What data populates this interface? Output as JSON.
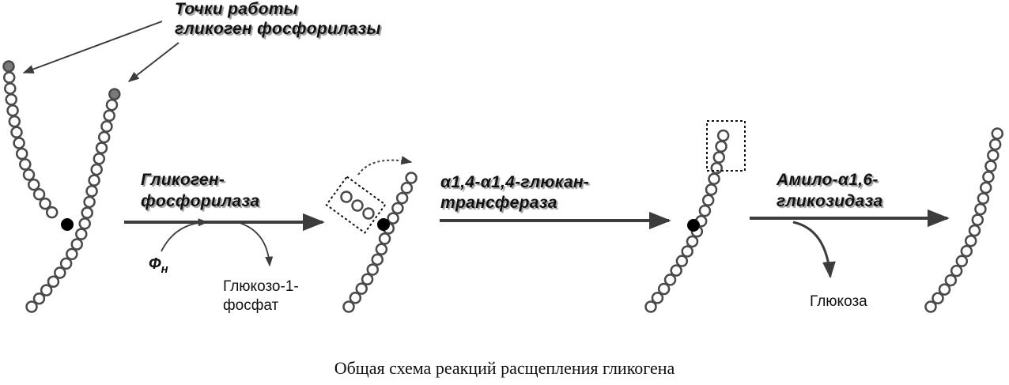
{
  "annotation": {
    "line1": "Точки работы",
    "line2": "гликоген фосфорилазы"
  },
  "steps": [
    {
      "enzyme_line1": "Гликоген-",
      "enzyme_line2": "фосфорилаза",
      "input": "Фн",
      "output_line1": "Глюкозо-1-",
      "output_line2": "фосфат"
    },
    {
      "enzyme_line1": "α1,4-α1,4-глюкан-",
      "enzyme_line2": "трансфераза"
    },
    {
      "enzyme_line1": "Амило-α1,6-",
      "enzyme_line2": "гликозидаза",
      "output": "Глюкоза"
    }
  ],
  "caption": "Общая схема реакций расщепления гликогена",
  "colors": {
    "residue": "#4a4a4a",
    "branch_point": "#000000",
    "terminal_residue": "#7a7a7a",
    "arrow": "#3c3c3c"
  }
}
